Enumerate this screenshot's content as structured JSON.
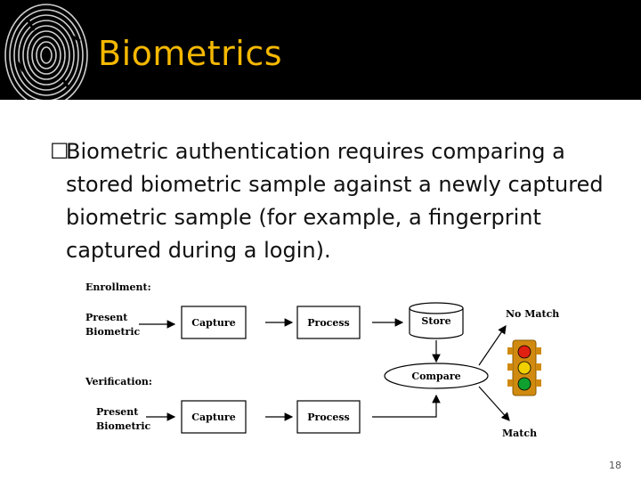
{
  "header": {
    "title": "Biometrics"
  },
  "bullet": {
    "mark": "☐",
    "text": "Biometric authentication requires comparing a stored biometric sample against a newly captured biometric sample (for example, a fingerprint captured during a login)."
  },
  "diagram": {
    "enrollment_label": "Enrollment:",
    "verification_label": "Verification:",
    "enroll_input": [
      "Present",
      "Biometric"
    ],
    "verify_input": [
      "Present",
      "Biometric"
    ],
    "capture_label": "Capture",
    "process_label": "Process",
    "store_label": "Store",
    "compare_label": "Compare",
    "no_match_label": "No Match",
    "match_label": "Match",
    "light_colors": {
      "red": "#e02010",
      "yellow": "#f0d000",
      "green": "#10a030",
      "body": "#d08a10"
    }
  },
  "page_number": "18"
}
